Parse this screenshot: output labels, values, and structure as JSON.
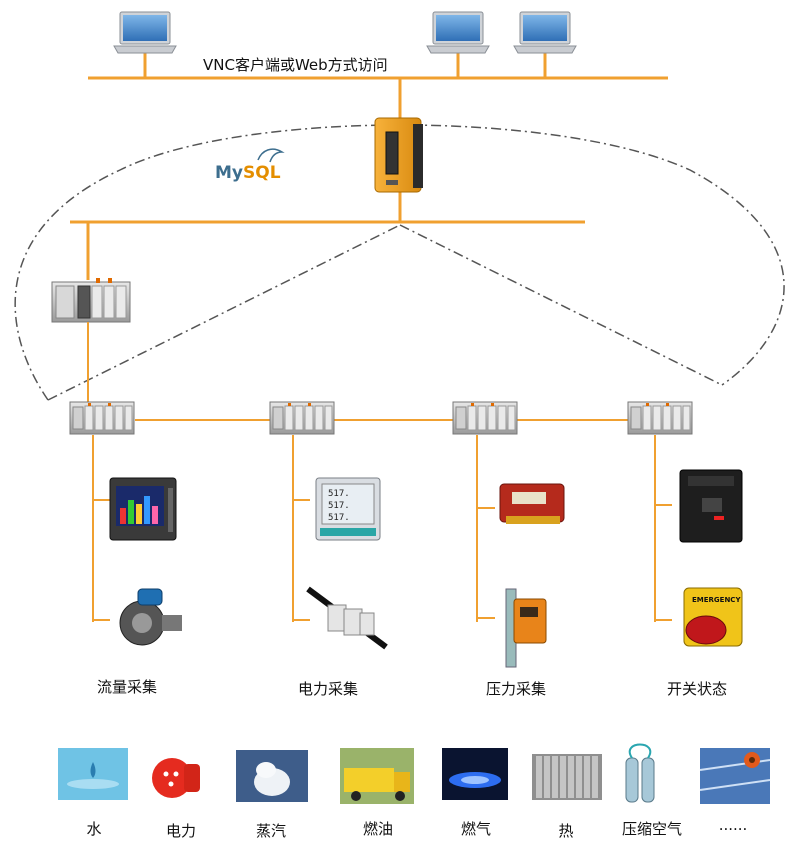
{
  "colors": {
    "bus_line": "#F0A030",
    "dash_ellipse": "#555555",
    "server_orange": "#F5A623",
    "mysql_blue": "#3D6E8E",
    "mysql_orange": "#E48E00"
  },
  "top_network": {
    "label": "VNC客户端或Web方式访问",
    "client_count": 3
  },
  "server": {
    "name": "server-unit",
    "database_logo_text": "MySQL"
  },
  "gateway": {
    "name": "controller-rack"
  },
  "branches": [
    {
      "label": "流量采集",
      "devices": [
        "paperless-recorder",
        "flow-meter"
      ]
    },
    {
      "label": "电力采集",
      "devices": [
        "power-meter",
        "current-transformer"
      ]
    },
    {
      "label": "压力采集",
      "devices": [
        "pressure-transmitter",
        "pressure-sensor"
      ]
    },
    {
      "label": "开关状态",
      "devices": [
        "circuit-breaker",
        "emergency-stop-button"
      ]
    }
  ],
  "resources": [
    {
      "label": "水",
      "icon": "water-drop-icon"
    },
    {
      "label": "电力",
      "icon": "power-plug-icon"
    },
    {
      "label": "蒸汽",
      "icon": "steam-icon"
    },
    {
      "label": "燃油",
      "icon": "fuel-truck-icon"
    },
    {
      "label": "燃气",
      "icon": "gas-flame-icon"
    },
    {
      "label": "热",
      "icon": "radiator-icon"
    },
    {
      "label": "压缩空气",
      "icon": "gas-cylinder-icon"
    },
    {
      "label": "......",
      "icon": "solar-panel-icon"
    }
  ]
}
